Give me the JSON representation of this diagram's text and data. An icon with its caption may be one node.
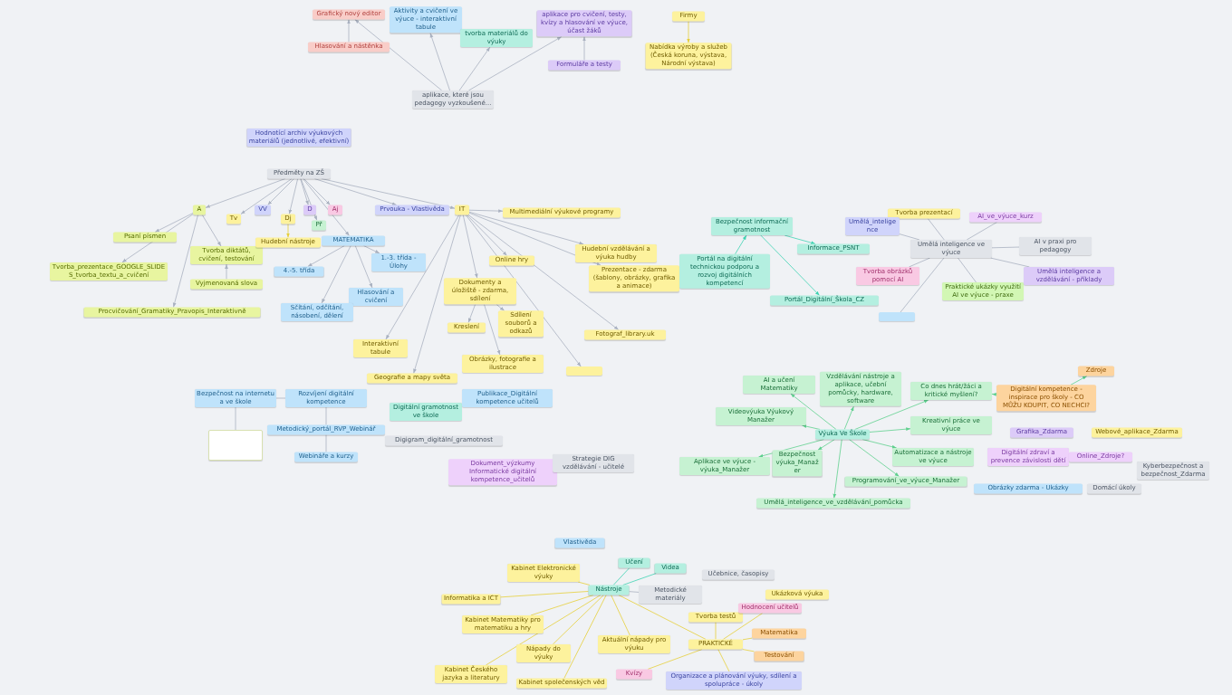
{
  "diagram": {
    "nodes": [
      {
        "text": [
          "aplikace, které jsou pedagogy vyzkoušené..."
        ]
      },
      {
        "text": [
          "Grafický nový editor"
        ]
      },
      {
        "text": [
          "Hlasování a nástěnka"
        ]
      },
      {
        "text": [
          "Aktivity a cvičení ve výuce - interaktivní tabule"
        ]
      },
      {
        "text": [
          "tvorba materiálů do výuky"
        ]
      },
      {
        "text": [
          "aplikace pro cvičení, testy, kvízy a hlasování ve výuce, účast žáků"
        ]
      },
      {
        "text": [
          "Formuláře a testy"
        ]
      },
      {
        "text": [
          "Firmy"
        ]
      },
      {
        "text": [
          "Nabídka výroby a služeb (Česká koruna, výstava, Národní výstava)"
        ]
      },
      {
        "text": [
          "Hodnotící archiv výukových materiálů (jednotlivé, efektivní)"
        ]
      },
      {
        "text": [
          "Předměty na ZŠ"
        ]
      },
      {
        "text": [
          "A"
        ]
      },
      {
        "text": [
          "Tv"
        ]
      },
      {
        "text": [
          "VV"
        ]
      },
      {
        "text": [
          "Dj"
        ]
      },
      {
        "text": [
          "D"
        ]
      },
      {
        "text": [
          "Aj"
        ]
      },
      {
        "text": [
          "Př"
        ]
      },
      {
        "text": [
          "MATEMATIKA"
        ]
      },
      {
        "text": [
          "Prvouka - Vlastivěda"
        ]
      },
      {
        "text": [
          "IT"
        ]
      },
      {
        "text": [
          "Psaní písmen"
        ]
      },
      {
        "text": [
          "Tvorba_prezentace_GOOGLE_SLIDES_tvorba_textu_a_cvičení"
        ]
      },
      {
        "text": [
          "Tvorba diktátů, cvičení, testování"
        ]
      },
      {
        "text": [
          "Vyjmenovaná slova"
        ]
      },
      {
        "text": [
          "Procvičování_Gramatiky_Pravopis_Interaktivně"
        ]
      },
      {
        "text": [
          "Hudební nástroje"
        ]
      },
      {
        "text": [
          "1.-3. třída - Úlohy"
        ]
      },
      {
        "text": [
          "4.-5. třída"
        ]
      },
      {
        "text": [
          "Hlasování a cvičení"
        ]
      },
      {
        "text": [
          "Sčítání, odčítání, násobení, dělení"
        ]
      },
      {
        "text": [
          "Multimediální výukové programy"
        ]
      },
      {
        "text": [
          "Hudební vzdělávání a výuka hudby"
        ]
      },
      {
        "text": [
          "Online hry"
        ]
      },
      {
        "text": [
          "Prezentace - zdarma (šablony, obrázky, grafika a animace)"
        ]
      },
      {
        "text": [
          "Fotograf_library.uk"
        ]
      },
      {
        "text": [],
        "shape": "box"
      },
      {
        "text": [
          "Dokumenty a úložiště - zdarma, sdílení"
        ]
      },
      {
        "text": [
          "Sdílení souborů a odkazů"
        ]
      },
      {
        "text": [
          "Kreslení"
        ]
      },
      {
        "text": [
          "Obrázky, fotografie a ilustrace"
        ]
      },
      {
        "text": [
          "Interaktivní tabule"
        ]
      },
      {
        "text": [
          "Geografie a mapy světa"
        ]
      },
      {
        "text": [
          "Bezpečnost informační gramotnost"
        ]
      },
      {
        "text": [
          "Portál na digitální technickou podporu a rozvoj digitálních kompetencí"
        ]
      },
      {
        "text": [
          "Informace_PSNT"
        ]
      },
      {
        "text": [
          "Portál_Digitální_Škola_CZ"
        ]
      },
      {
        "text": [
          "Umělá inteligence ve výuce"
        ]
      },
      {
        "text": [
          "Tvorba prezentací"
        ]
      },
      {
        "text": [
          "AI_ve_výuce_kurz"
        ]
      },
      {
        "text": [
          "Umělá_inteligence"
        ]
      },
      {
        "text": [
          "AI v praxi pro pedagogy"
        ]
      },
      {
        "text": [
          "Tvorba obrázků pomocí AI"
        ]
      },
      {
        "text": [
          "Praktické ukázky využití AI ve výuce - praxe"
        ]
      },
      {
        "text": [
          "Umělá inteligence a vzdělávání - příklady"
        ]
      },
      {
        "text": [],
        "shape": "box"
      },
      {
        "text": [
          "Bezpečnost na internetu a ve škole"
        ]
      },
      {
        "text": [
          "Rozvíjení digitální kompetence"
        ]
      },
      {
        "text": [],
        "shape": "box"
      },
      {
        "text": [
          "Metodický_portál_RVP_Webinář"
        ]
      },
      {
        "text": [
          "Webináře a kurzy"
        ]
      },
      {
        "text": [
          "Digitální gramotnost ve škole"
        ]
      },
      {
        "text": [
          "Publikace_Digitální kompetence učitelů"
        ]
      },
      {
        "text": [
          "Digigram_digitální_gramotnost"
        ]
      },
      {
        "text": [
          "Dokument_výzkumy Informatické digitální kompetence_učitelů"
        ]
      },
      {
        "text": [
          "Strategie DIG vzdělávání - učitelé"
        ]
      },
      {
        "text": [
          "Výuka Ve Škole"
        ]
      },
      {
        "text": [
          "AI a učení Matematiky"
        ]
      },
      {
        "text": [
          "Vzdělávání nástroje a aplikace, učební pomůcky, hardware, software"
        ]
      },
      {
        "text": [
          "Co dnes hrát/žáci a kritické myšlení?"
        ]
      },
      {
        "text": [
          "Digitální kompetence - inspirace pro školy - CO MŮŽU KOUPIT, CO NECHCI?"
        ]
      },
      {
        "text": [
          "Zdroje"
        ]
      },
      {
        "text": [
          "Videovýuka Výukový Manažer"
        ]
      },
      {
        "text": [
          "Kreativní práce ve výuce"
        ]
      },
      {
        "text": [
          "Automatizace a nástroje ve výuce"
        ]
      },
      {
        "text": [
          "Aplikace ve výuce - výuka_Manažer"
        ]
      },
      {
        "text": [
          "Bezpečnost výuka_Manažer"
        ]
      },
      {
        "text": [
          "Programování_ve_výuce_Manažer"
        ]
      },
      {
        "text": [
          "Umělá_inteligence_ve_vzdělávání_pomůcka"
        ]
      },
      {
        "text": [
          "Grafika_Zdarma"
        ]
      },
      {
        "text": [
          "Webové_aplikace_Zdarma"
        ]
      },
      {
        "text": [
          "Digitální zdraví a prevence závislosti dětí"
        ]
      },
      {
        "text": [
          "Online_Zdroje?"
        ]
      },
      {
        "text": [
          "Kyberbezpečnost a bezpečnost_Zdarma"
        ]
      },
      {
        "text": [
          "Obrázky zdarma - Ukázky"
        ]
      },
      {
        "text": [
          "Domácí úkoly"
        ]
      },
      {
        "text": [
          "Nástroje"
        ]
      },
      {
        "text": [
          "Kabinet Elektronické výuky"
        ]
      },
      {
        "text": [
          "Učení"
        ]
      },
      {
        "text": [
          "Videa"
        ]
      },
      {
        "text": [
          "Metodické materiály"
        ]
      },
      {
        "text": [
          "Učebnice, časopisy"
        ]
      },
      {
        "text": [
          "Ukázková výuka"
        ]
      },
      {
        "text": [
          "Vlastivěda"
        ]
      },
      {
        "text": [
          "Tvorba testů"
        ]
      },
      {
        "text": [
          "Hodnocení učitelů"
        ]
      },
      {
        "text": [
          "Matematika"
        ]
      },
      {
        "text": [
          "Testování"
        ]
      },
      {
        "text": [
          "PRAKTICKÉ"
        ]
      },
      {
        "text": [
          "Kvízy"
        ]
      },
      {
        "text": [
          "Organizace a plánování výuky, sdílení a spolupráce - úkoly"
        ]
      },
      {
        "text": [
          "Informatika a ICT"
        ]
      },
      {
        "text": [
          "Kabinet Matematiky pro matematiku a hry"
        ]
      },
      {
        "text": [
          "Kabinet Českého jazyka a literatury"
        ]
      },
      {
        "text": [
          "Nápady do výuky"
        ]
      },
      {
        "text": [
          "Aktuální nápady pro výuku"
        ]
      },
      {
        "text": [
          "Kabinet společenských věd"
        ]
      }
    ],
    "edges": [
      {
        "from": 0,
        "to": 1,
        "arrow": "to"
      },
      {
        "from": 2,
        "to": 1,
        "arrow": "to"
      },
      {
        "from": 0,
        "to": 3,
        "arrow": "to"
      },
      {
        "from": 0,
        "to": 4,
        "arrow": "to"
      },
      {
        "from": 0,
        "to": 5,
        "arrow": "to"
      },
      {
        "from": 6,
        "to": 5,
        "arrow": "to"
      },
      {
        "from": 7,
        "to": 8,
        "arrow": "to",
        "color": "#e6cf3a"
      },
      {
        "from": 10,
        "to": 11,
        "arrow": "to"
      },
      {
        "from": 10,
        "to": 12,
        "arrow": "to"
      },
      {
        "from": 10,
        "to": 13,
        "arrow": "to"
      },
      {
        "from": 10,
        "to": 14,
        "arrow": "to"
      },
      {
        "from": 10,
        "to": 15,
        "arrow": "to"
      },
      {
        "from": 10,
        "to": 16,
        "arrow": "to"
      },
      {
        "from": 10,
        "to": 17,
        "arrow": "to"
      },
      {
        "from": 10,
        "to": 18,
        "arrow": "to"
      },
      {
        "from": 10,
        "to": 19,
        "arrow": "to"
      },
      {
        "from": 10,
        "to": 20,
        "arrow": "to"
      },
      {
        "from": 11,
        "to": 21,
        "arrow": "to"
      },
      {
        "from": 11,
        "to": 22,
        "arrow": "to"
      },
      {
        "from": 11,
        "to": 23,
        "arrow": "to"
      },
      {
        "from": 11,
        "to": 25,
        "arrow": "to"
      },
      {
        "from": 24,
        "to": 23,
        "arrow": "to"
      },
      {
        "from": 14,
        "to": 26,
        "arrow": "to",
        "color": "#e6cf3a"
      },
      {
        "from": 18,
        "to": 27,
        "arrow": "to"
      },
      {
        "from": 18,
        "to": 28,
        "arrow": "to"
      },
      {
        "from": 18,
        "to": 29,
        "arrow": "to"
      },
      {
        "from": 18,
        "to": 30,
        "arrow": "to"
      },
      {
        "from": 20,
        "to": 31,
        "arrow": "to"
      },
      {
        "from": 20,
        "to": 32,
        "arrow": "to"
      },
      {
        "from": 20,
        "to": 33,
        "arrow": "to"
      },
      {
        "from": 20,
        "to": 34,
        "arrow": "to"
      },
      {
        "from": 20,
        "to": 35,
        "arrow": "to"
      },
      {
        "from": 20,
        "to": 36,
        "arrow": "to"
      },
      {
        "from": 20,
        "to": 37,
        "arrow": "to"
      },
      {
        "from": 20,
        "to": 41,
        "arrow": "to"
      },
      {
        "from": 20,
        "to": 42,
        "arrow": "to"
      },
      {
        "from": 37,
        "to": 38,
        "arrow": "to"
      },
      {
        "from": 37,
        "to": 39,
        "arrow": "to"
      },
      {
        "from": 37,
        "to": 40,
        "arrow": "to"
      },
      {
        "from": 44,
        "to": 43,
        "arrow": "to",
        "color": "#3fd3b2"
      },
      {
        "from": 43,
        "to": 45,
        "arrow": "to",
        "color": "#3fd3b2"
      },
      {
        "from": 43,
        "to": 46,
        "arrow": "to",
        "color": "#3fd3b2"
      },
      {
        "from": 47,
        "to": 48,
        "arrow": "none"
      },
      {
        "from": 47,
        "to": 49,
        "arrow": "none"
      },
      {
        "from": 47,
        "to": 50,
        "arrow": "none"
      },
      {
        "from": 47,
        "to": 51,
        "arrow": "none"
      },
      {
        "from": 47,
        "to": 52,
        "arrow": "none"
      },
      {
        "from": 47,
        "to": 53,
        "arrow": "none"
      },
      {
        "from": 47,
        "to": 54,
        "arrow": "none"
      },
      {
        "from": 47,
        "to": 55,
        "arrow": "none"
      },
      {
        "from": 56,
        "to": 57,
        "arrow": "none"
      },
      {
        "from": 56,
        "to": 58,
        "arrow": "none"
      },
      {
        "from": 57,
        "to": 59,
        "arrow": "none"
      },
      {
        "from": 59,
        "to": 60,
        "arrow": "none"
      },
      {
        "from": 66,
        "to": 67,
        "arrow": "to",
        "color": "#5fd08e"
      },
      {
        "from": 66,
        "to": 68,
        "arrow": "to",
        "color": "#5fd08e"
      },
      {
        "from": 66,
        "to": 69,
        "arrow": "to",
        "color": "#5fd08e"
      },
      {
        "from": 70,
        "to": 69,
        "arrow": "to",
        "color": "#5fd08e"
      },
      {
        "from": 70,
        "to": 71,
        "arrow": "to",
        "color": "#5fd08e"
      },
      {
        "from": 66,
        "to": 72,
        "arrow": "to",
        "color": "#5fd08e"
      },
      {
        "from": 66,
        "to": 73,
        "arrow": "to",
        "color": "#5fd08e"
      },
      {
        "from": 66,
        "to": 74,
        "arrow": "to",
        "color": "#5fd08e"
      },
      {
        "from": 66,
        "to": 75,
        "arrow": "to",
        "color": "#5fd08e"
      },
      {
        "from": 66,
        "to": 76,
        "arrow": "to",
        "color": "#5fd08e"
      },
      {
        "from": 66,
        "to": 77,
        "arrow": "to",
        "color": "#5fd08e"
      },
      {
        "from": 66,
        "to": 78,
        "arrow": "to",
        "color": "#5fd08e"
      },
      {
        "from": 86,
        "to": 87,
        "arrow": "none",
        "color": "#e6cf3a"
      },
      {
        "from": 86,
        "to": 88,
        "arrow": "none",
        "color": "#3fd3b2"
      },
      {
        "from": 86,
        "to": 89,
        "arrow": "none",
        "color": "#3fd3b2"
      },
      {
        "from": 86,
        "to": 90,
        "arrow": "none"
      },
      {
        "from": 86,
        "to": 98,
        "arrow": "none",
        "color": "#e6cf3a"
      },
      {
        "from": 86,
        "to": 101,
        "arrow": "none",
        "color": "#e6cf3a"
      },
      {
        "from": 86,
        "to": 102,
        "arrow": "none",
        "color": "#e6cf3a"
      },
      {
        "from": 86,
        "to": 103,
        "arrow": "none",
        "color": "#e6cf3a"
      },
      {
        "from": 86,
        "to": 104,
        "arrow": "none",
        "color": "#e6cf3a"
      },
      {
        "from": 86,
        "to": 105,
        "arrow": "none",
        "color": "#e6cf3a"
      },
      {
        "from": 86,
        "to": 106,
        "arrow": "none",
        "color": "#e6cf3a"
      },
      {
        "from": 98,
        "to": 94,
        "arrow": "none",
        "color": "#e6cf3a"
      },
      {
        "from": 98,
        "to": 95,
        "arrow": "none",
        "color": "#e6cf3a"
      },
      {
        "from": 98,
        "to": 96,
        "arrow": "none",
        "color": "#e6cf3a"
      },
      {
        "from": 98,
        "to": 97,
        "arrow": "none",
        "color": "#e6cf3a"
      },
      {
        "from": 98,
        "to": 99,
        "arrow": "none",
        "color": "#e6cf3a"
      },
      {
        "from": 98,
        "to": 100,
        "arrow": "none",
        "color": "#e6cf3a"
      }
    ]
  }
}
